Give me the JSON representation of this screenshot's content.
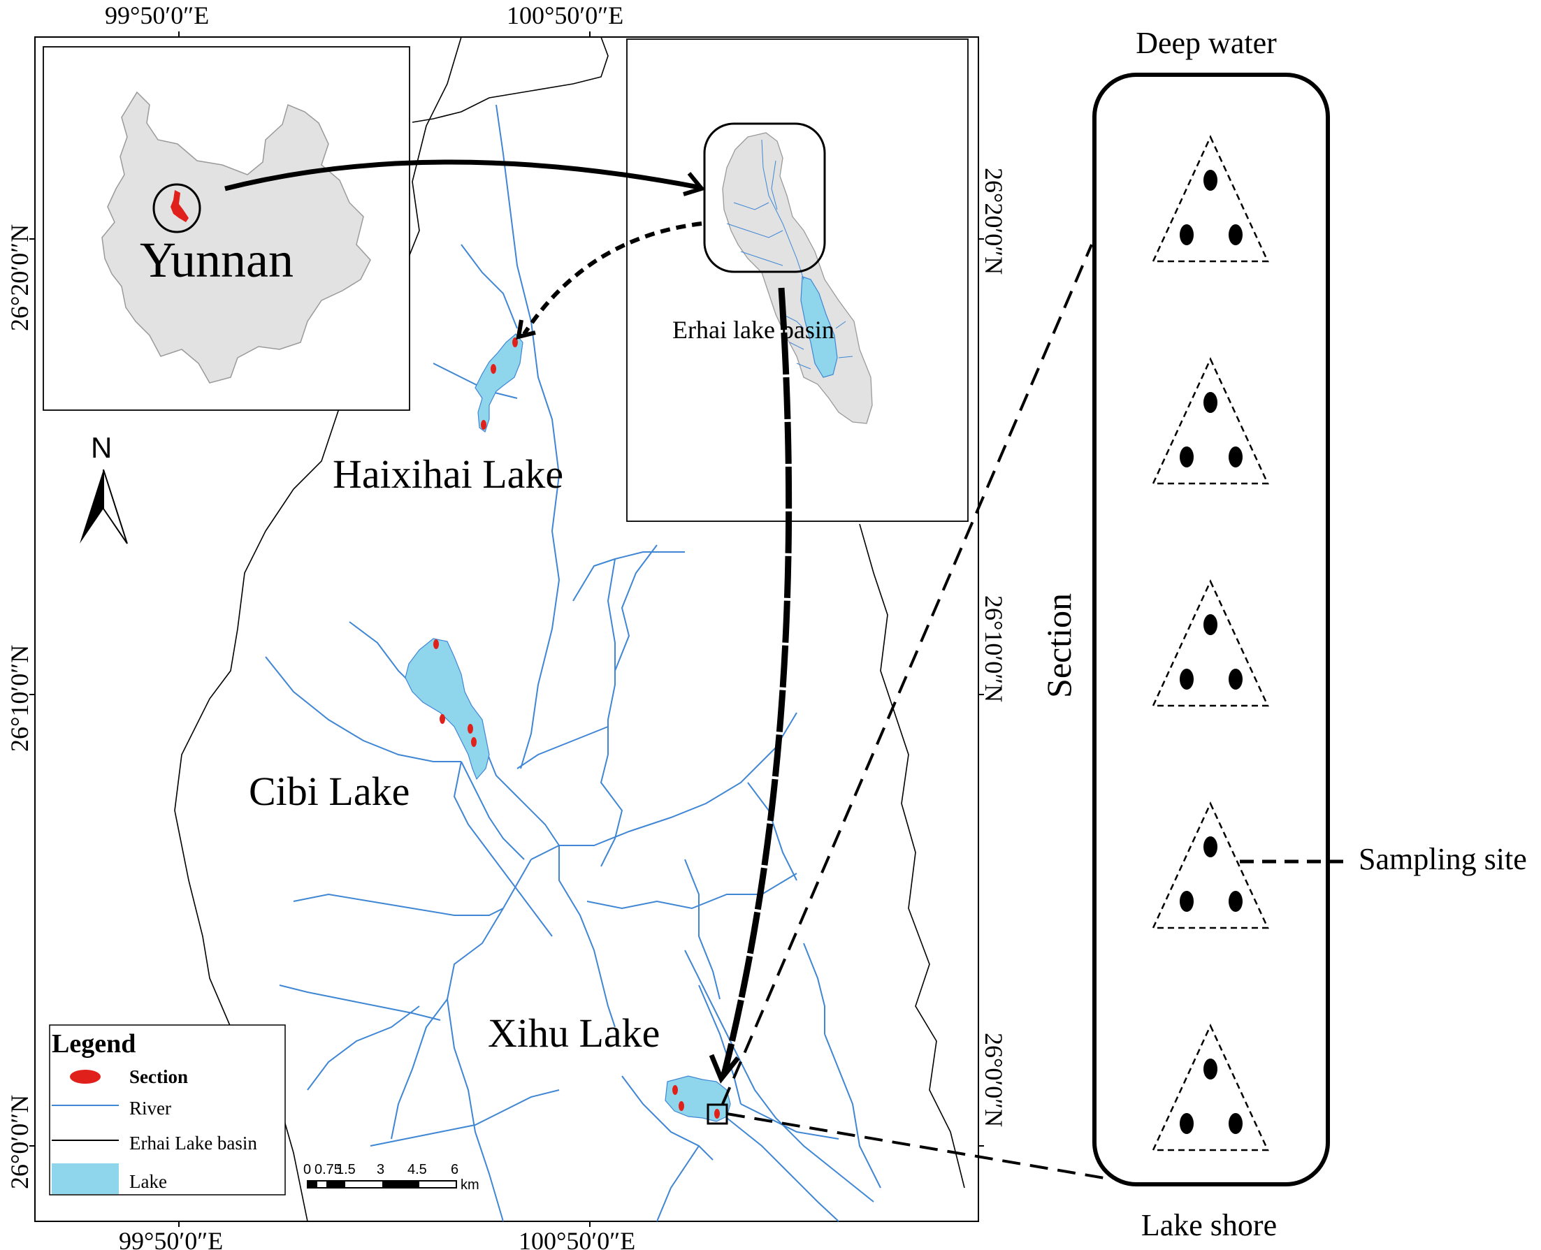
{
  "axes": {
    "top_ticks": [
      "99°50′0″E",
      "100°50′0″E"
    ],
    "bottom_ticks": [
      "99°50′0″E",
      "100°50′0″E"
    ],
    "left_ticks": [
      "26°20′0″N",
      "26°10′0″N",
      "26°0′0″N"
    ],
    "right_ticks": [
      "26°20′0″N",
      "26°10′0″N",
      "26°0′0″N"
    ]
  },
  "labels": {
    "yunnan": "Yunnan",
    "basin": "Erhai lake basin",
    "haixihai": "Haixihai Lake",
    "cibi": "Cibi Lake",
    "xihu": "Xihu Lake",
    "north": "N"
  },
  "legend": {
    "title": "Legend",
    "items": [
      {
        "label": "Section",
        "symbol": "red-ellipse"
      },
      {
        "label": "River",
        "symbol": "blue-line"
      },
      {
        "label": "Erhai Lake basin",
        "symbol": "black-line"
      },
      {
        "label": "Lake",
        "symbol": "lightblue-fill"
      }
    ]
  },
  "scale_bar": {
    "ticks": [
      "0",
      "0.75",
      "1.5",
      "3",
      "4.5",
      "6"
    ],
    "unit": "km"
  },
  "diagram": {
    "top_label": "Deep water",
    "bottom_label": "Lake shore",
    "side_label": "Section",
    "callout_label": "Sampling site",
    "triangle_count": 5
  },
  "colors": {
    "river": "#3f86d4",
    "lake": "#8fd6ec",
    "section": "#e0201b",
    "province": "#e2e2e2"
  }
}
